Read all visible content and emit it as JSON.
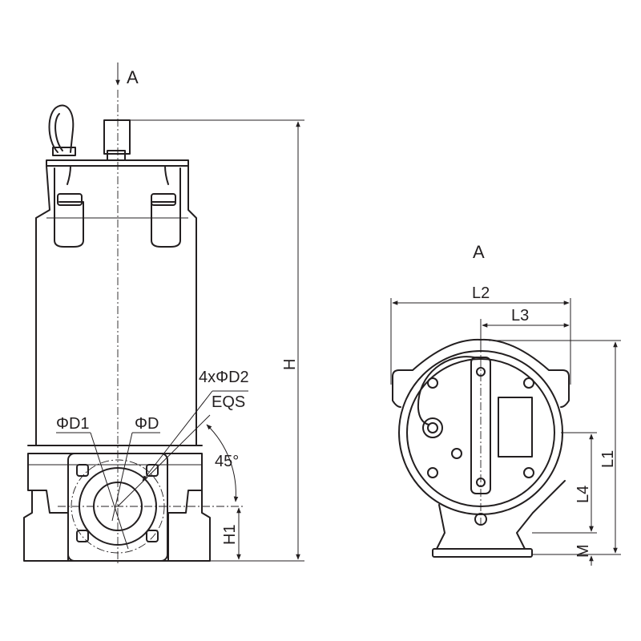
{
  "labels": {
    "view_arrow": "A",
    "view_title": "A",
    "phi_d1": "ΦD1",
    "phi_d": "ΦD",
    "bolt_holes": "4xΦD2",
    "eqs": "EQS",
    "angle": "45°",
    "height": "H",
    "h1": "H1",
    "l1": "L1",
    "l2": "L2",
    "l3": "L3",
    "l4": "L4",
    "m": "M"
  }
}
